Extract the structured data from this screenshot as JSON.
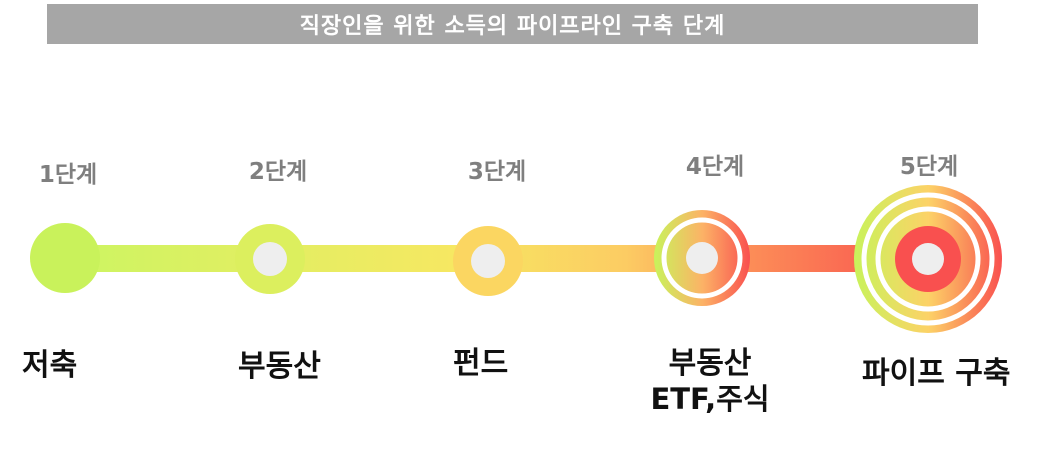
{
  "title": "직장인을 위한 소득의 파이프라인 구축 단계",
  "steps": [
    {
      "step": "1단계",
      "stage": "저축",
      "stage_sub": ""
    },
    {
      "step": "2단계",
      "stage": "부동산",
      "stage_sub": ""
    },
    {
      "step": "3단계",
      "stage": "펀드",
      "stage_sub": ""
    },
    {
      "step": "4단계",
      "stage": "부동산",
      "stage_sub": "ETF,주식"
    },
    {
      "step": "5단계",
      "stage": "파이프 구축",
      "stage_sub": ""
    }
  ],
  "colors": {
    "title_bg": "#a6a6a6",
    "step_text": "#7f7f7f",
    "lime": "#c9f25b",
    "yellow": "#fbd661",
    "orange": "#fc8e5b",
    "red": "#f9504f",
    "inner": "#eeeeee"
  }
}
